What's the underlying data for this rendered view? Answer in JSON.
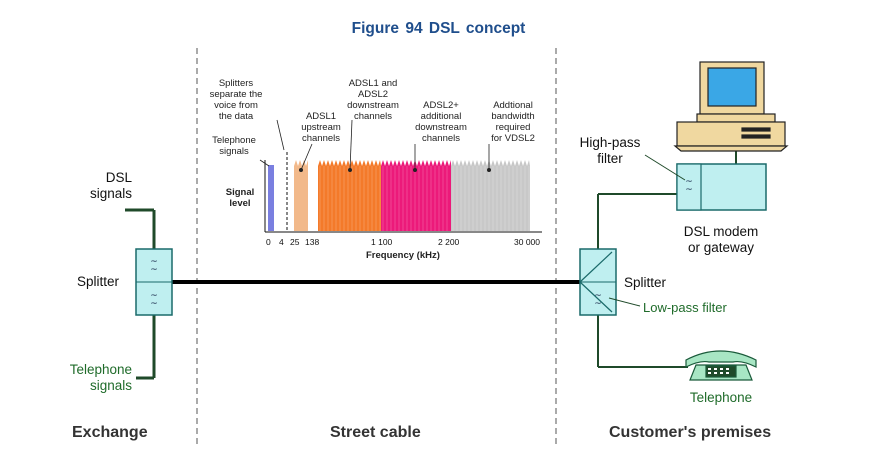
{
  "figure": {
    "title": "Figure 94    DSL concept"
  },
  "sections": {
    "exchange": "Exchange",
    "street": "Street cable",
    "customer": "Customer's premises"
  },
  "exchange": {
    "dsl_signals": "DSL\nsignals",
    "splitter": "Splitter",
    "telephone_signals": "Telephone\nsignals"
  },
  "customer": {
    "high_pass": "High-pass\nfilter",
    "modem": "DSL modem\nor gateway",
    "splitter": "Splitter",
    "low_pass": "Low-pass filter",
    "telephone": "Telephone"
  },
  "spectrum": {
    "signal_level": "Signal\nlevel",
    "splitters_note": "Splitters\nseparate the\nvoice from\nthe data",
    "telephone_signals": "Telephone\nsignals",
    "adsl1_upstream": "ADSL1\nupstream\nchannels",
    "adsl_downstream": "ADSL1 and\nADSL2\ndownstream\nchannels",
    "adsl2plus": "ADSL2+\nadditional\ndownstream\nchannels",
    "vdsl2": "Addtional\nbandwidth\nrequired\nfor VDSL2",
    "x_label": "Frequency (kHz)",
    "ticks": [
      "0",
      "4",
      "25",
      "138",
      "1 100",
      "2 200",
      "30 000"
    ]
  },
  "colors": {
    "title": "#1f4e8c",
    "telephone_band": "#7a7fe0",
    "upstream_band": "#f2b98a",
    "downstream_band": "#f47a2a",
    "adsl2plus_band": "#ec1a7a",
    "vdsl2_band": "#c8c8c8",
    "box_fill": "#bfeff0",
    "box_stroke": "#1a6a6a",
    "label_green": "#1f6b2a"
  }
}
